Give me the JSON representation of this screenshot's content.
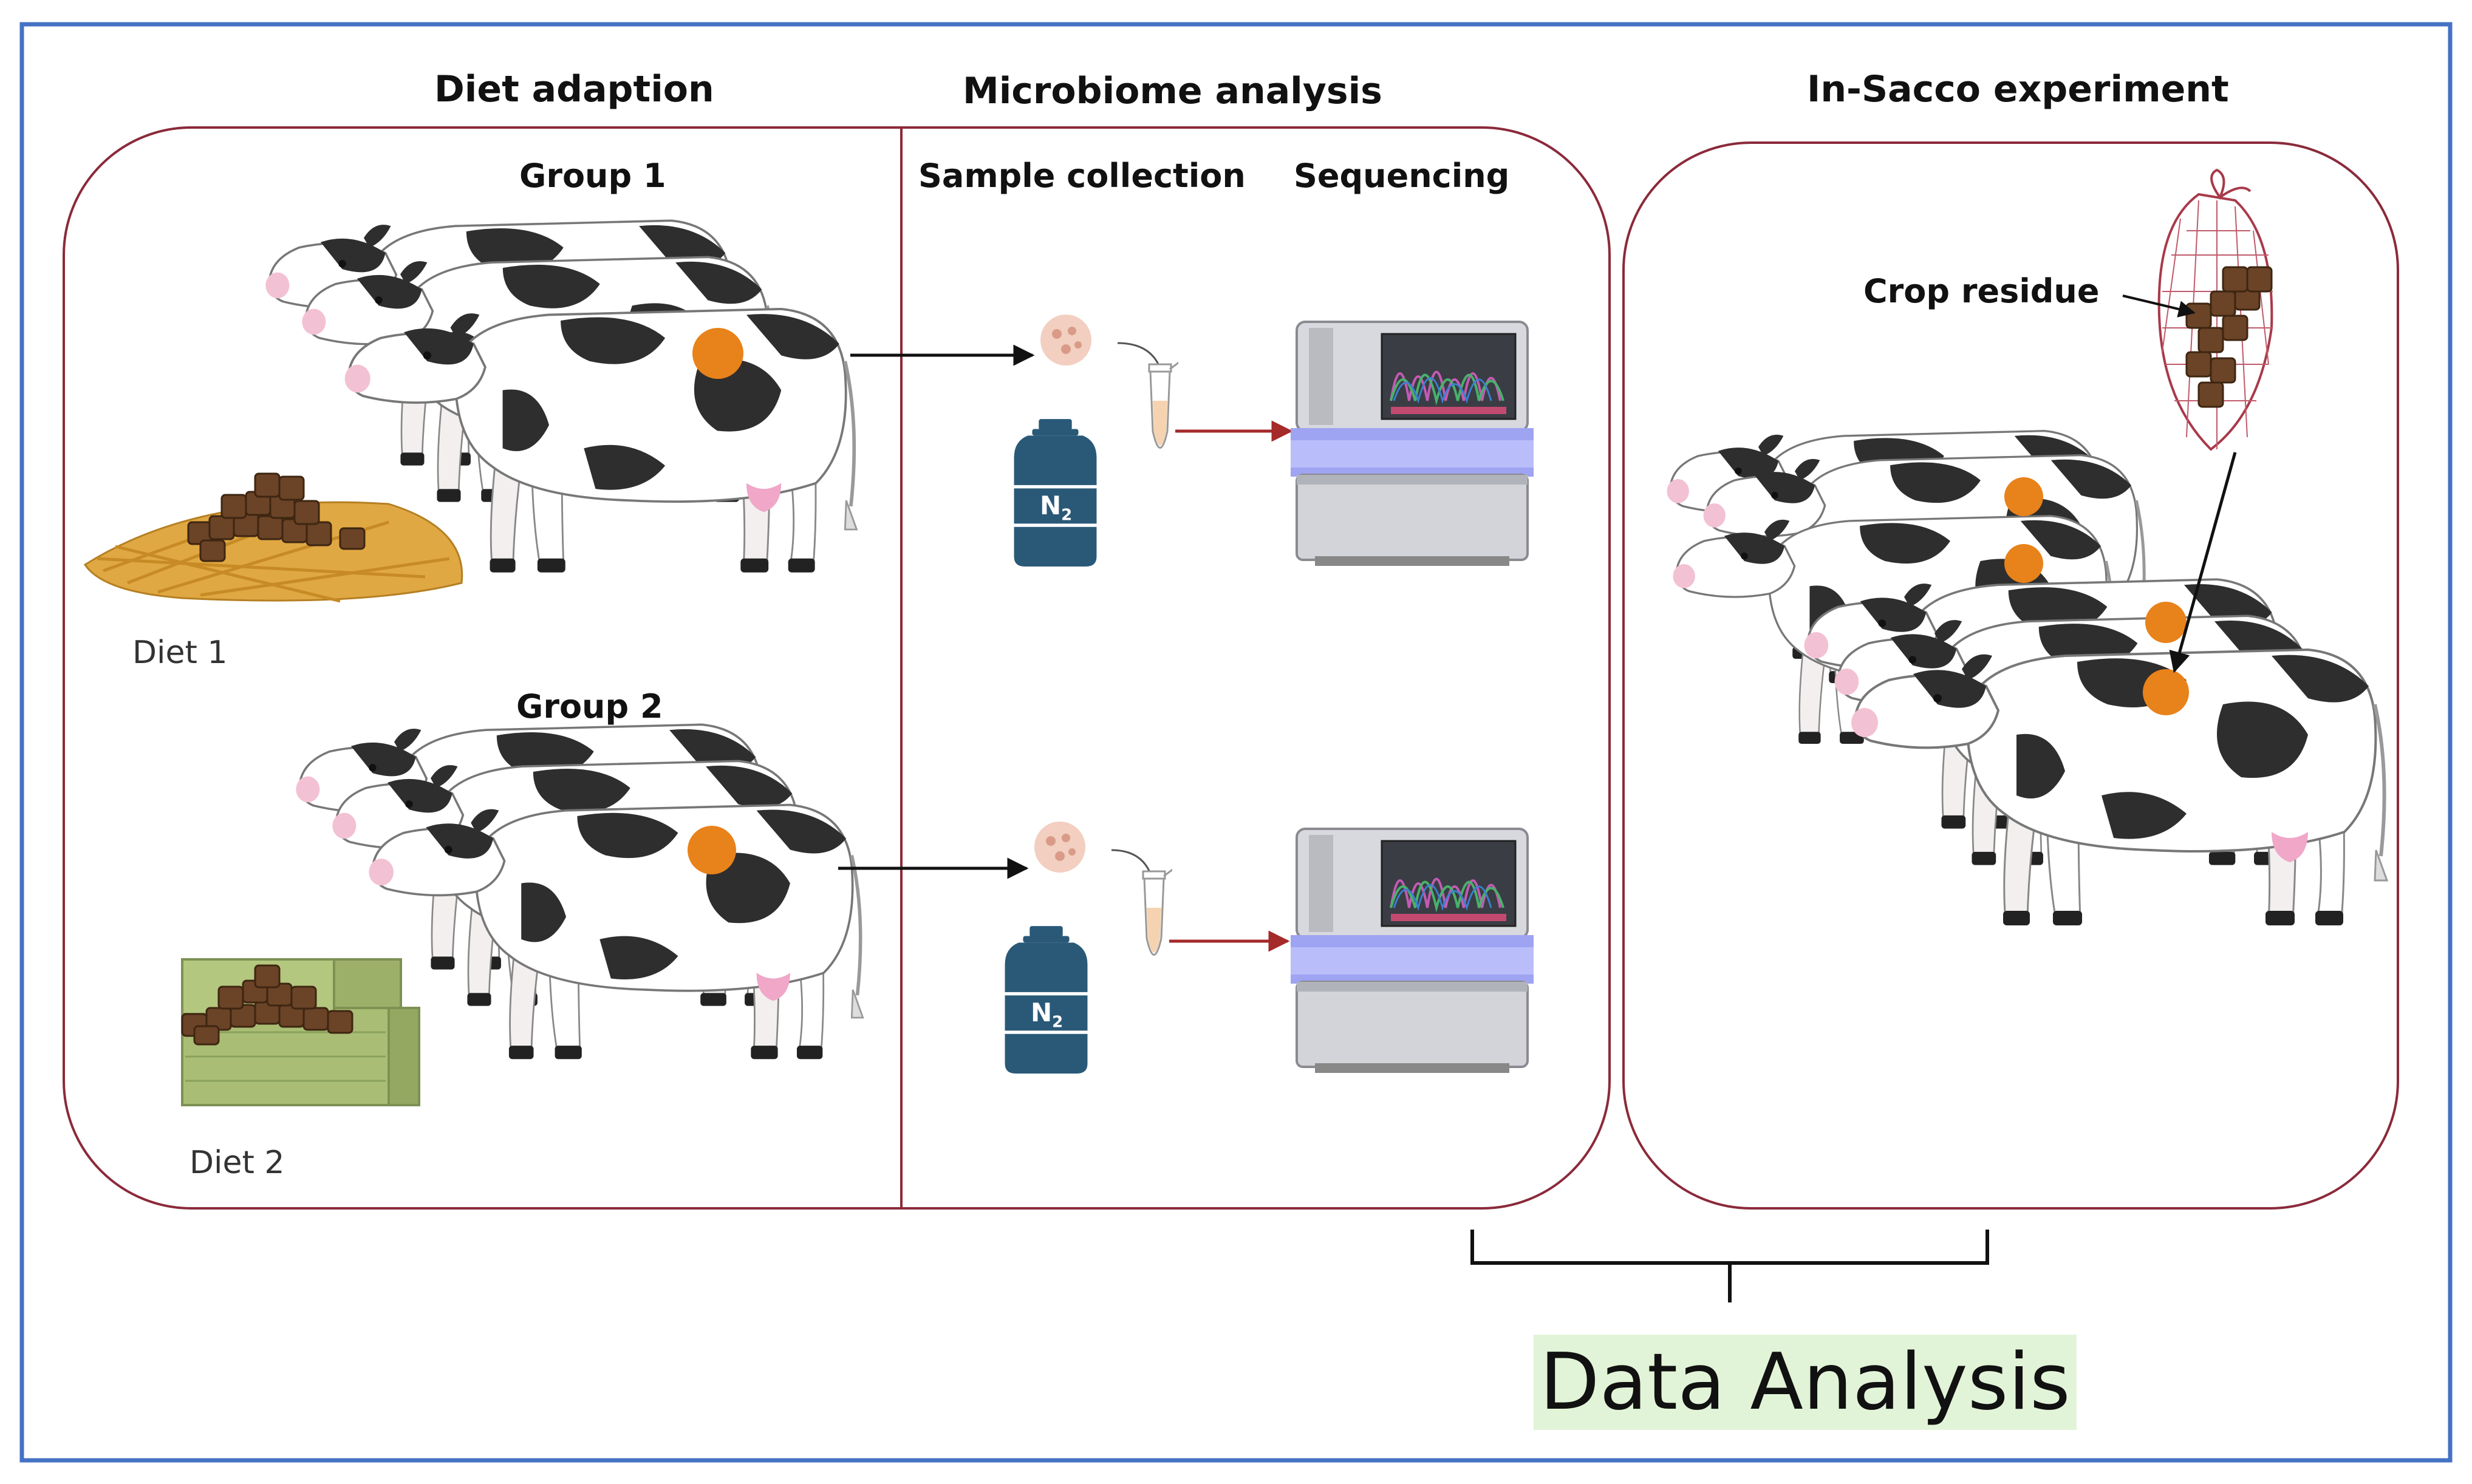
{
  "headers": {
    "diet_adaption": "Diet adaption",
    "microbiome_analysis": "Microbiome analysis",
    "in_sacco": "In-Sacco experiment"
  },
  "groups": {
    "group1": "Group 1",
    "group2": "Group 2"
  },
  "diets": {
    "diet1": "Diet 1",
    "diet2": "Diet 2"
  },
  "microbiome": {
    "sample_collection": "Sample collection",
    "sequencing": "Sequencing",
    "n2_label": "N",
    "n2_sub": "2"
  },
  "in_sacco": {
    "crop_residue": "Crop residue"
  },
  "data_analysis": "Data Analysis",
  "colors": {
    "frame": "#4472c4",
    "panel_border": "#8b2a3a",
    "marker": "#e8821a",
    "arrow_red": "#a52a2a",
    "tank": "#2a5978",
    "highlight": "#e2f4d8"
  }
}
